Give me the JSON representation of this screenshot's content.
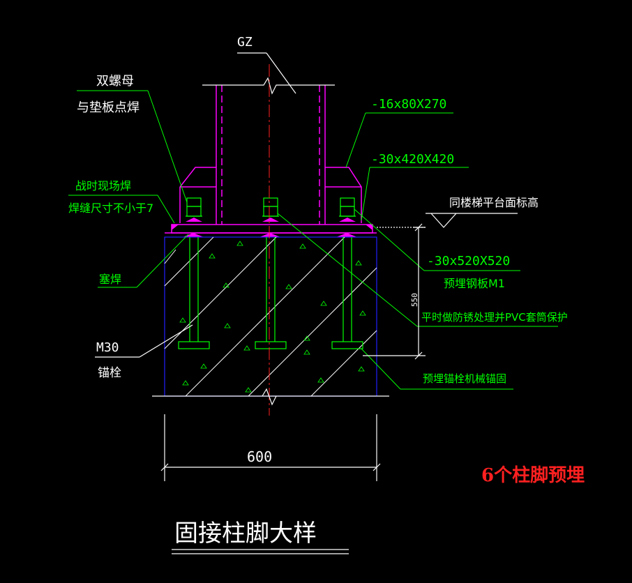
{
  "labels": {
    "gz": "GZ",
    "double_nut_line1": "双螺母",
    "double_nut_line2": "与垫板点焊",
    "plate_16": "-16x80X270",
    "plate_30_420": "-30x420X420",
    "field_weld_line1": "战时现场焊",
    "field_weld_line2": "焊缝尺寸不小于7",
    "stair_level": "同楼梯平台面标高",
    "plate_30_520": "-30x520X520",
    "embedded_plate": "预埋钢板M1",
    "plug_weld": "塞焊",
    "height_dim": "550",
    "pvc_note": "平时做防锈处理并PVC套筒保护",
    "anchor_size": "M30",
    "anchor_name": "锚栓",
    "anchor_fix": "预埋锚栓机械锚固",
    "width_dim": "600",
    "note_red": "6个柱脚预埋",
    "title": "固接柱脚大样"
  },
  "colors": {
    "background": "#000000",
    "annotation": "#00ff00",
    "steel_plate": "#ff00ff",
    "outline": "#ffffff",
    "centerline": "#ff2020",
    "concrete_edge": "#2020ff",
    "note": "#ff2020"
  }
}
